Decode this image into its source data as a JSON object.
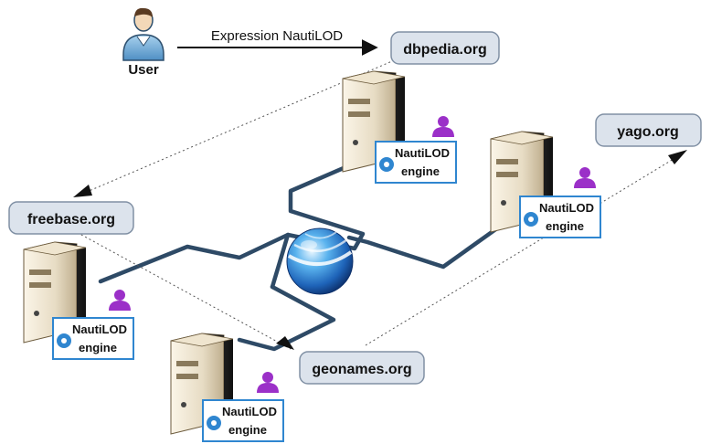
{
  "user": {
    "label": "User"
  },
  "arrow_label": "Expression NautiLOD",
  "sites": {
    "dbpedia": "dbpedia.org",
    "yago": "yago.org",
    "freebase": "freebase.org",
    "geonames": "geonames.org"
  },
  "engine": {
    "line1": "NautiLOD",
    "line2": "engine"
  },
  "colors": {
    "site_fill": "#dce3ec",
    "site_stroke": "#8090a4",
    "network": "#2e4a66",
    "engine_border": "#2f86d0",
    "person_icon": "#9b30c8"
  }
}
